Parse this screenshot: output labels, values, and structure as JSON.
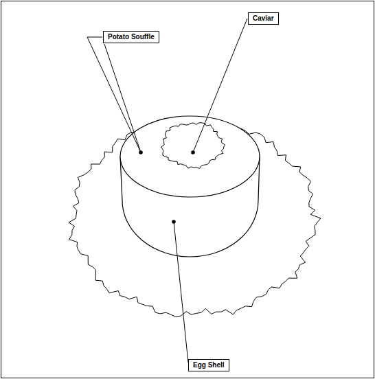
{
  "diagram": {
    "nodes": [
      {
        "text": [
          "Caviar"
        ]
      },
      {
        "text": [
          "Potato Souffle"
        ]
      },
      {
        "text": [
          "Egg Shell"
        ]
      }
    ]
  }
}
